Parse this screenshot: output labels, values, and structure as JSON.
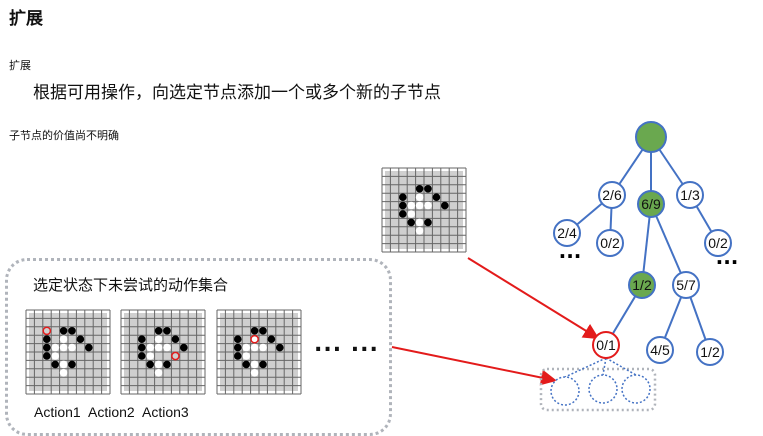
{
  "title": "扩展",
  "subtitle": "扩展",
  "description": "根据可用操作，向选定节点添加一个或多个新的子节点",
  "note": "子节点的价值尚不明确",
  "action_set": {
    "label": "选定状态下未尝试的动作集合",
    "actions": [
      "Action1",
      "Action2",
      "Action3"
    ],
    "ellipsis": "... ..."
  },
  "tree": {
    "nodes": [
      {
        "id": "root",
        "label": "",
        "selected": true
      },
      {
        "id": "a",
        "label": "2/6",
        "selected": false
      },
      {
        "id": "b",
        "label": "6/9",
        "selected": true
      },
      {
        "id": "c",
        "label": "1/3",
        "selected": false
      },
      {
        "id": "a1",
        "label": "2/4",
        "selected": false
      },
      {
        "id": "a2",
        "label": "0/2",
        "selected": false
      },
      {
        "id": "c1",
        "label": "0/2",
        "selected": false
      },
      {
        "id": "b1",
        "label": "1/2",
        "selected": true
      },
      {
        "id": "b2",
        "label": "5/7",
        "selected": false
      },
      {
        "id": "new",
        "label": "0/1",
        "selected": false,
        "expanded": true
      },
      {
        "id": "b21",
        "label": "4/5",
        "selected": false
      },
      {
        "id": "b22",
        "label": "1/2",
        "selected": false
      }
    ],
    "ellipsis": "..."
  },
  "colors": {
    "green": "#6aa84f",
    "blue": "#4472c4",
    "red": "#e31b1b",
    "gray": "#b0b4bb"
  }
}
